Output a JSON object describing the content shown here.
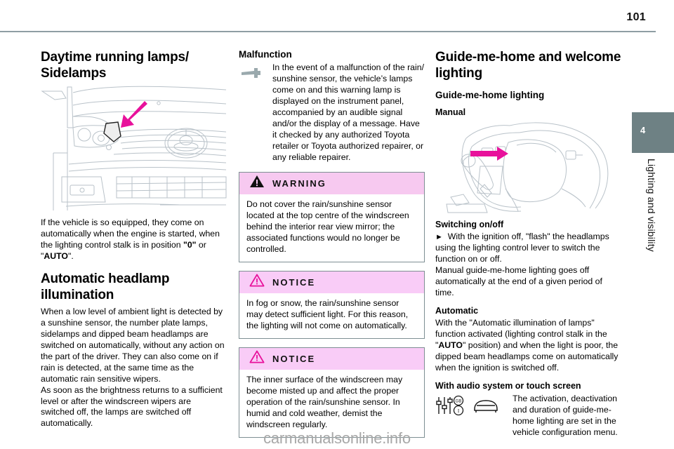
{
  "header": {
    "page_number": "101"
  },
  "side_tab": {
    "chapter_number": "4",
    "chapter_label": "Lighting and visibility",
    "color": "#6e8184"
  },
  "colors": {
    "warning_header_bg": "#f7c9f0",
    "notice_header_bg": "#f9ccf7",
    "alert_border": "#7e8f93",
    "arrow_magenta": "#e8119b",
    "illustration_line": "#b9c2c9",
    "rule": "#8f9ea3",
    "watermark": "#a8a8a8"
  },
  "left_column": {
    "heading": "Daytime running lamps/ Sidelamps",
    "illustration_name": "front-of-car-sidelamp-illustration",
    "para1_a": "If the vehicle is so equipped, they come on automatically when the engine is started, when the lighting control stalk is in position ",
    "para1_bold1": "\"0\"",
    "para1_b": " or \"",
    "para1_bold2": "AUTO",
    "para1_c": "\".",
    "heading2": "Automatic headlamp illumination",
    "para2": "When a low level of ambient light is detected by a sunshine sensor, the number plate lamps, sidelamps and dipped beam headlamps are switched on automatically, without any action on the part of the driver. They can also come on if rain is detected, at the same time as the automatic rain sensitive wipers.",
    "para3": "As soon as the brightness returns to a sufficient level or after the windscreen wipers are switched off, the lamps are switched off automatically."
  },
  "mid_column": {
    "heading": "Malfunction",
    "icon_name": "wrench-icon",
    "para1": "In the event of a malfunction of the rain/ sunshine sensor, the vehicle’s lamps come on and this warning lamp is displayed on the instrument panel, accompanied by an audible signal and/or the display of a message. Have it checked by any authorized Toyota retailer or Toyota authorized repairer, or any reliable repairer.",
    "warning": {
      "title": "WARNING",
      "icon_name": "warning-triangle-icon",
      "body": "Do not cover the rain/sunshine sensor located at the top centre of the windscreen behind the interior rear view mirror; the associated functions would no longer be controlled."
    },
    "notice1": {
      "title": "NOTICE",
      "icon_name": "notice-triangle-icon",
      "body": "In fog or snow, the rain/sunshine sensor may detect sufficient light. For this reason, the lighting will not come on automatically."
    },
    "notice2": {
      "title": "NOTICE",
      "icon_name": "notice-triangle-icon",
      "body": "The inner surface of the windscreen may become misted up and affect the proper operation of the rain/sunshine sensor. In humid and cold weather, demist the windscreen regularly."
    }
  },
  "right_column": {
    "heading": "Guide-me-home and welcome lighting",
    "sub1": "Guide-me-home lighting",
    "sub2": "Manual",
    "illustration_name": "steering-wheel-lighting-stalk-illustration",
    "sub3": "Switching on/off",
    "bullet_symbol": "►",
    "bullet_text": "With the ignition off, \"flash\" the headlamps using the lighting control lever to switch the function on or off.",
    "para1": "Manual guide-me-home lighting goes off automatically at the end of a given period of time.",
    "sub4": "Automatic",
    "para2_a": "With the \"Automatic illumination of lamps\" function activated (lighting control stalk in the \"",
    "para2_bold": "AUTO",
    "para2_b": "\" position) and when the light is poor, the dipped beam headlamps come on automatically when the ignition is switched off.",
    "sub5": "With audio system or touch screen",
    "icon1_name": "equalizer-sliders-icon",
    "icon2_name": "car-front-icon",
    "para3": "The activation, deactivation and duration of guide-me-home lighting are set in the vehicle configuration menu."
  },
  "watermark": {
    "text": "carmanualsonline.info"
  }
}
